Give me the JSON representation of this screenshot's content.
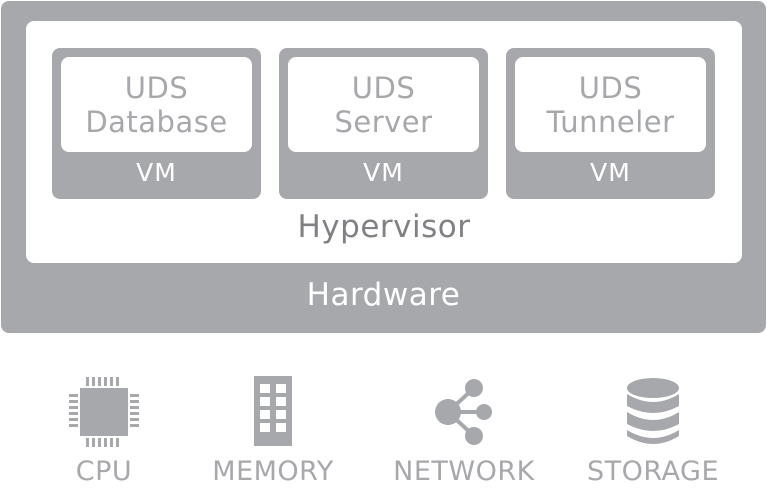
{
  "colors": {
    "gray": "#a7a8ab",
    "dark_text": "#808184",
    "white": "#ffffff"
  },
  "hardware": {
    "label": "Hardware"
  },
  "hypervisor": {
    "label": "Hypervisor"
  },
  "vms": [
    {
      "line1": "UDS",
      "line2": "Database",
      "label": "VM"
    },
    {
      "line1": "UDS",
      "line2": "Server",
      "label": "VM"
    },
    {
      "line1": "UDS",
      "line2": "Tunneler",
      "label": "VM"
    }
  ],
  "resources": [
    {
      "label": "CPU",
      "icon": "cpu-icon"
    },
    {
      "label": "MEMORY",
      "icon": "memory-icon"
    },
    {
      "label": "NETWORK",
      "icon": "network-icon"
    },
    {
      "label": "STORAGE",
      "icon": "storage-icon"
    }
  ]
}
